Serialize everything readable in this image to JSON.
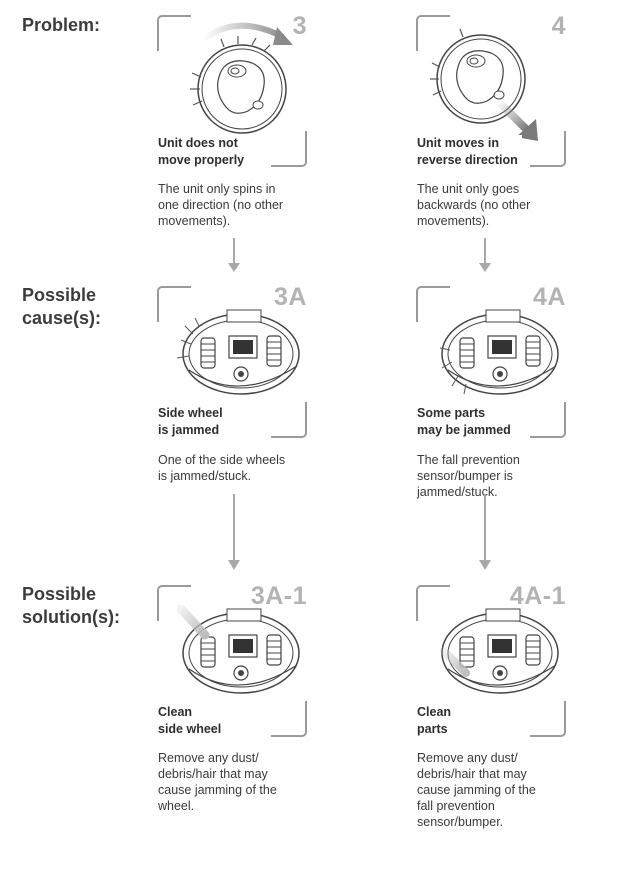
{
  "labels": {
    "problem": "Problem:",
    "cause": "Possible\ncause(s):",
    "solution": "Possible\nsolution(s):"
  },
  "cells": {
    "c3": {
      "code": "3",
      "title": "Unit does not\nmove properly",
      "desc": "The unit only spins in\none direction (no other\nmovements)."
    },
    "c4": {
      "code": "4",
      "title": "Unit moves in\nreverse direction",
      "desc": "The unit only goes\nbackwards (no other\nmovements)."
    },
    "c3a": {
      "code": "3A",
      "title": "Side wheel\nis jammed",
      "desc": "One of the side wheels\nis jammed/stuck."
    },
    "c4a": {
      "code": "4A",
      "title": "Some parts\nmay be jammed",
      "desc": "The fall prevention\nsensor/bumper is\njammed/stuck."
    },
    "c3a1": {
      "code": "3A-1",
      "title": "Clean\nside wheel",
      "desc": "Remove any dust/\ndebris/hair that may\ncause jamming of the\nwheel."
    },
    "c4a1": {
      "code": "4A-1",
      "title": "Clean\nparts",
      "desc": "Remove any dust/\ndebris/hair that may\ncause jamming of the\nfall prevention\nsensor/bumper."
    }
  },
  "colors": {
    "frame": "#9a9a9a",
    "code": "#b3b3b3",
    "arrow": "#a8a8a8",
    "text": "#3a3a3a"
  },
  "icons": [
    "robot-top-view-icon",
    "robot-underside-icon",
    "spin-arrow-icon",
    "reverse-arrow-icon",
    "down-arrow-icon"
  ]
}
